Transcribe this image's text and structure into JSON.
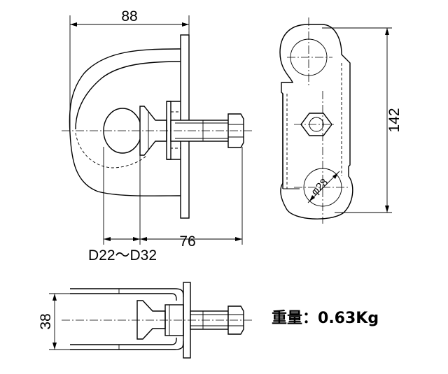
{
  "dimensions": {
    "width_top": "88",
    "height_right": "142",
    "bolt_span": "76",
    "clamp_range": "D22～D32",
    "hole_diameter": "φ28",
    "thickness_bottom": "38"
  },
  "weight": {
    "label": "重量：",
    "value": "0.63Kg"
  }
}
